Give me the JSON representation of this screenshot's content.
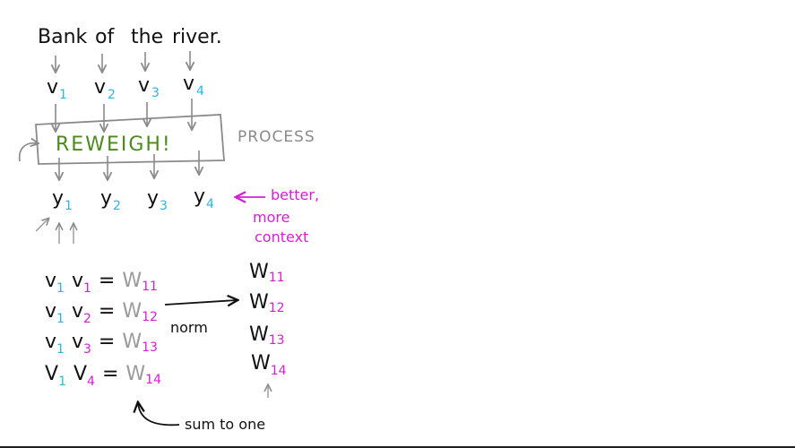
{
  "colors": {
    "ink": "#111111",
    "gray": "#8a8a8a",
    "cyan": "#29b6e8",
    "magenta": "#d41fd4",
    "green": "#4c8a1c"
  },
  "sentence": {
    "words": [
      "Bank",
      "of",
      "the",
      "river."
    ]
  },
  "inputs": {
    "letter": "v",
    "subscripts": [
      "1",
      "2",
      "3",
      "4"
    ]
  },
  "process_box": {
    "label": "REWEIGH!",
    "side_label": "PROCESS"
  },
  "outputs": {
    "letter": "y",
    "subscripts": [
      "1",
      "2",
      "3",
      "4"
    ],
    "annotation_lines": [
      "better,",
      "more",
      "context"
    ]
  },
  "equations": [
    {
      "a": "v",
      "a_sub": "1",
      "b": "v",
      "b_sub": "1",
      "eq": "=",
      "w": "W",
      "w_sub": "11"
    },
    {
      "a": "v",
      "a_sub": "1",
      "b": "v",
      "b_sub": "2",
      "eq": "=",
      "w": "W",
      "w_sub": "12"
    },
    {
      "a": "v",
      "a_sub": "1",
      "b": "v",
      "b_sub": "3",
      "eq": "=",
      "w": "W",
      "w_sub": "13"
    },
    {
      "a": "V",
      "a_sub": "1",
      "b": "V",
      "b_sub": "4",
      "eq": "=",
      "w": "W",
      "w_sub": "14"
    }
  ],
  "norm_label": "norm",
  "normalized": {
    "letter": "W",
    "subscripts": [
      "11",
      "12",
      "13",
      "14"
    ]
  },
  "sum_label": "sum to one"
}
